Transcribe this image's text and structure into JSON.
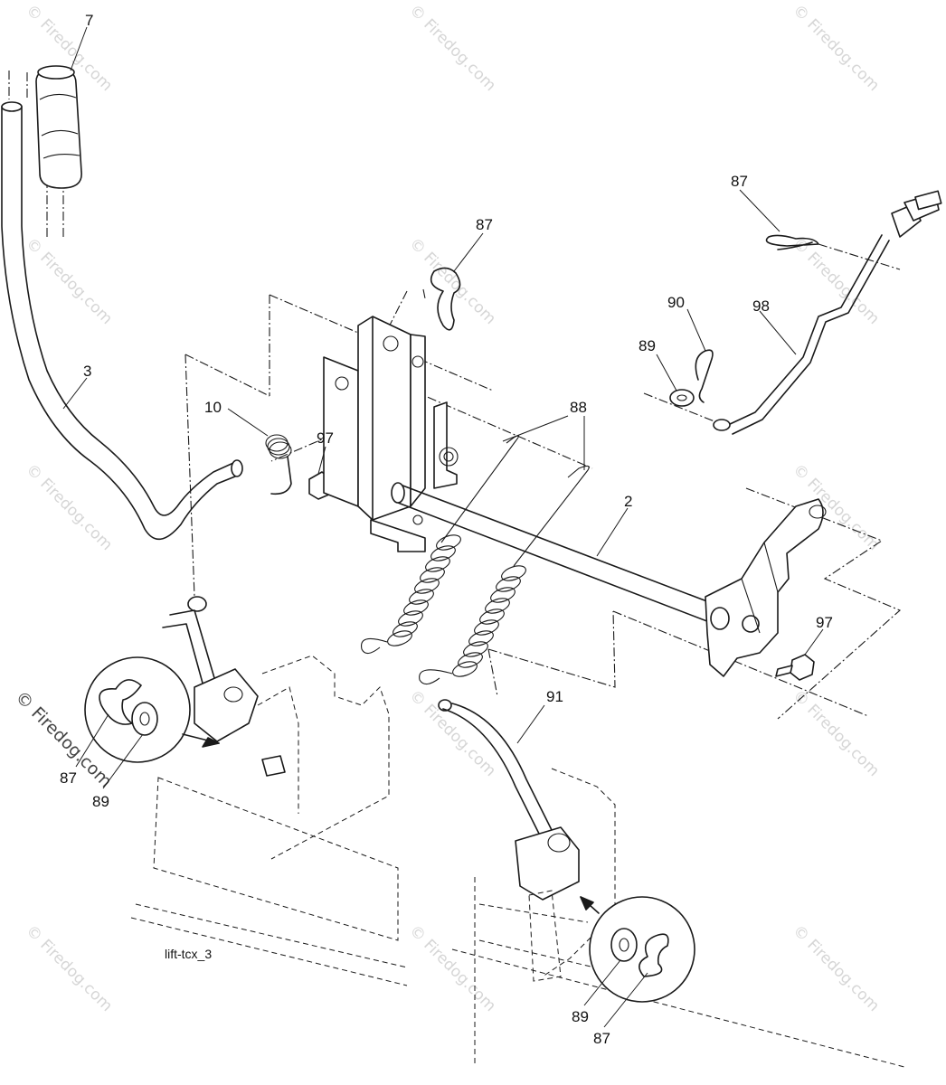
{
  "watermark": {
    "text": "© Firedog.com"
  },
  "caption": "lift-tcx_3",
  "callouts": {
    "lift_handle_grip": "7",
    "lift_handle": "3",
    "torsion_spring": "10",
    "bolt_left": "97",
    "hair_pin_top": "87",
    "hair_pin_right": "87",
    "clip_90": "90",
    "washer_right": "89",
    "height_rod": "98",
    "extension_springs": "88",
    "lift_shaft": "2",
    "bolt_right": "97",
    "lift_link_right": "91",
    "detail_left_pin": "87",
    "detail_left_washer": "89",
    "detail_right_washer": "89",
    "detail_right_pin": "87"
  }
}
